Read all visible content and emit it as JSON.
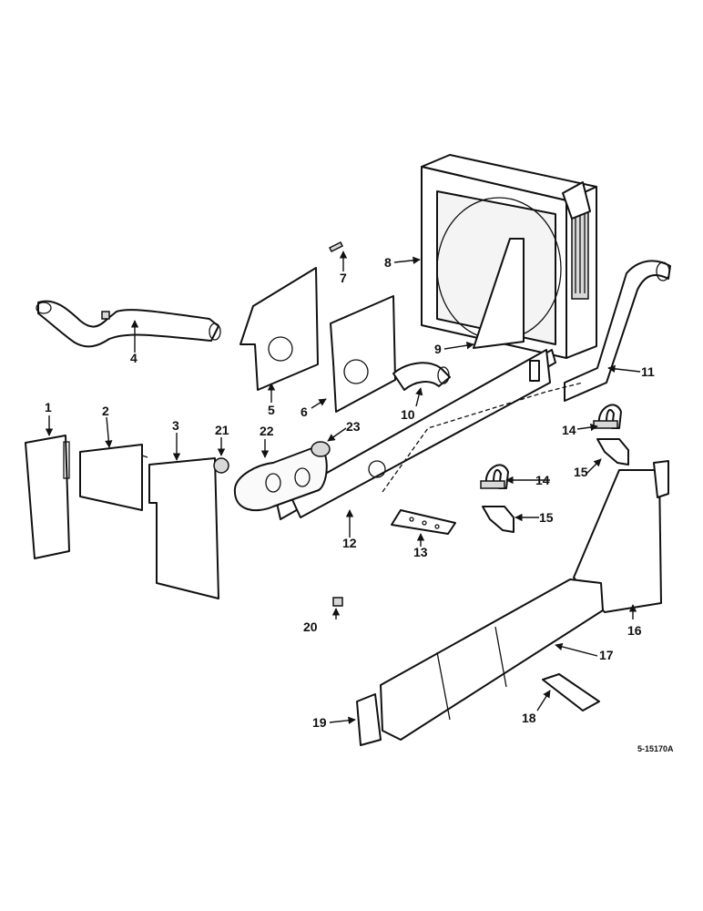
{
  "diagram": {
    "drawing_number": "5-15170A",
    "callouts": [
      "1",
      "2",
      "3",
      "4",
      "5",
      "6",
      "7",
      "8",
      "9",
      "10",
      "11",
      "12",
      "13",
      "14",
      "14",
      "15",
      "15",
      "16",
      "17",
      "18",
      "19",
      "20",
      "21",
      "22",
      "23"
    ]
  }
}
